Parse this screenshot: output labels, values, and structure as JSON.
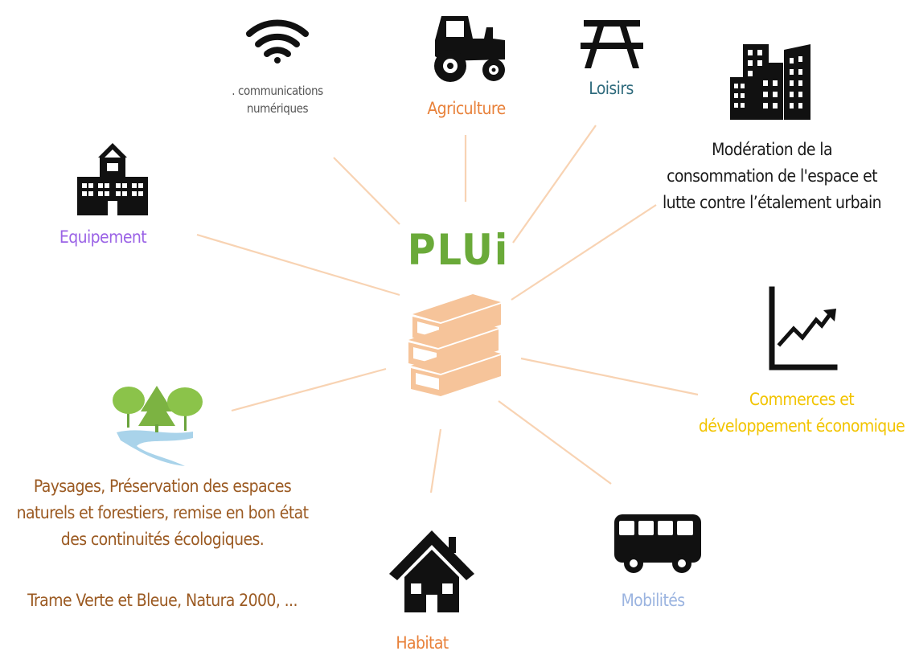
{
  "center": {
    "title": "PLUi",
    "title_color": "#6aaa39",
    "icon": "books-icon",
    "icon_color": "#f6c49a"
  },
  "connector_color": "#f8d3b3",
  "themes": {
    "numerique": {
      "lines": [
        ". communications",
        "numériques"
      ],
      "icon": "wifi-icon",
      "color": "#555555"
    },
    "agriculture": {
      "label": "Agriculture",
      "icon": "tractor-icon",
      "color": "#e8813a"
    },
    "loisirs": {
      "label": "Loisirs",
      "icon": "picnic-table-icon",
      "color": "#2f6b7d"
    },
    "moderation": {
      "lines": [
        "Modération de la",
        "consommation de l'espace et",
        "lutte contre l’étalement urbain"
      ],
      "icon": "buildings-icon",
      "color": "#1a1a1a"
    },
    "equipement": {
      "label": "Equipement",
      "icon": "school-building-icon",
      "color": "#9b63e6"
    },
    "commerces": {
      "lines": [
        "Commerces et",
        "développement économique"
      ],
      "icon": "growth-chart-icon",
      "color": "#f2c400"
    },
    "paysages": {
      "lines": [
        "Paysages, Préservation des espaces",
        "naturels et forestiers, remise en bon état",
        "des continuités écologiques."
      ],
      "trame": "Trame Verte et Bleue, Natura 2000, ...",
      "icon": "trees-river-icon",
      "color": "#9b5a22"
    },
    "habitat": {
      "label": "Habitat",
      "icon": "house-icon",
      "color": "#e8813a"
    },
    "mobilites": {
      "label": "Mobilités",
      "icon": "bus-icon",
      "color": "#9bb4e0"
    }
  }
}
